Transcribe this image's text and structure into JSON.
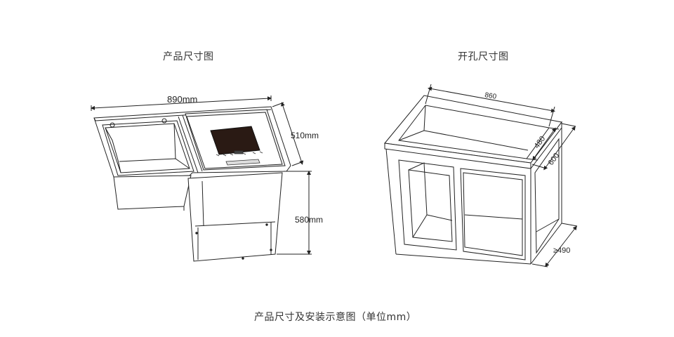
{
  "titles": {
    "product": "产品尺寸图",
    "cutout": "开孔尺寸图",
    "caption": "产品尺寸及安装示意图（单位mm）"
  },
  "product_dims": {
    "width": "890mm",
    "depth": "510mm",
    "height": "580mm"
  },
  "cutout_dims": {
    "width": "860",
    "depth": "480",
    "height": "600",
    "clearance": "≥490"
  },
  "colors": {
    "line": "#222222",
    "hob": "#2a1a14",
    "text": "#333333"
  }
}
